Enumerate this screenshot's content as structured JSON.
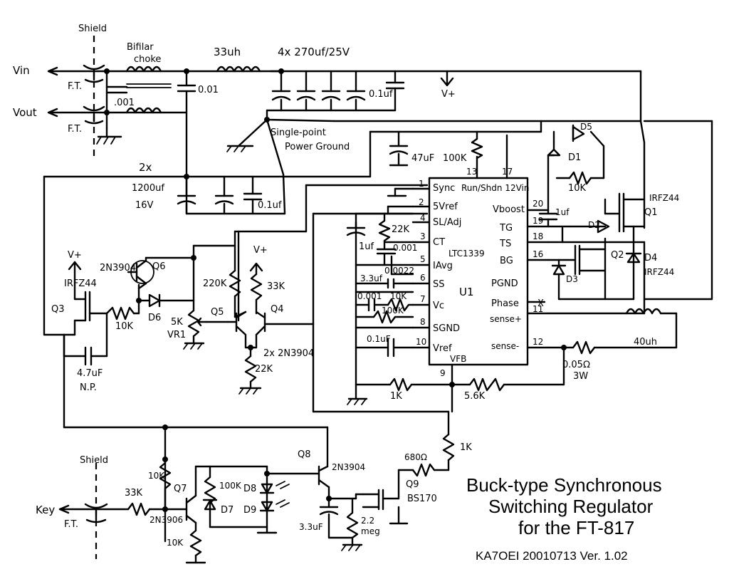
{
  "title": {
    "line1": "Buck-type Synchronous",
    "line2": "Switching Regulator",
    "line3": "for the FT-817"
  },
  "footer": "KA7OEI  20010713  Ver. 1.02",
  "labels": {
    "shield_top": "Shield",
    "shield_bottom": "Shield",
    "vin": "Vin",
    "vout": "Vout",
    "key": "Key",
    "ft1": "F.T.",
    "ft2": "F.T.",
    "ft3": "F.T.",
    "bifilar1": "Bifilar",
    "bifilar2": "choke",
    "c001": ".001",
    "c_001b": "0.01",
    "l33": "33uh",
    "caps_top": "4x 270uf/25V",
    "c01uf_top": "0.1uf",
    "vplus_top": "V+",
    "single_point1": "Single-point",
    "single_point2": "Power Ground",
    "two_x": "2x",
    "c1200": "1200uf",
    "v16": "16V",
    "c01uf_mid": "0.1uf",
    "vplus_q3": "V+",
    "irfz44_q3": "IRFZ44",
    "q3": "Q3",
    "q6_type": "2N3904",
    "q6": "Q6",
    "r10k_q3": "10K",
    "d6": "D6",
    "r5k": "5K",
    "vr1": "VR1",
    "r220k": "220K",
    "q5": "Q5",
    "vplus_q4": "V+",
    "r33k_q4": "33K",
    "q4": "Q4",
    "pair_type": "2x 2N3904",
    "r22k_tail": "22K",
    "c47uf_np1": "4.7uF",
    "c47uf_np2": "N.P.",
    "c47uf": "47uF",
    "r100k": "100K",
    "pin13": "13",
    "pin17": "17",
    "pin1": "1",
    "pin2": "2",
    "pin4": "4",
    "pin3": "3",
    "pin5": "5",
    "pin6": "6",
    "pin7": "7",
    "pin8": "8",
    "pin10": "10",
    "pin9": "9",
    "pin20": "20",
    "pin19": "19",
    "pin18": "18",
    "pin16": "16",
    "pin11": "11",
    "pin12": "12",
    "ic_sync": "Sync",
    "ic_run": "Run/Shdn 12Vin",
    "ic_5vref": "5Vref",
    "ic_sladj": "SL/Adj",
    "ic_ct": "CT",
    "ic_iavg": "IAvg",
    "ic_ss": "SS",
    "ic_vc": "Vc",
    "ic_sgnd": "SGND",
    "ic_vref": "Vref",
    "ic_vfb": "VFB",
    "ic_vboost": "Vboost",
    "ic_tg": "TG",
    "ic_ts": "TS",
    "ic_bg": "BG",
    "ic_pgnd": "PGND",
    "ic_phase": "Phase",
    "ic_sensep": "sense+",
    "ic_sensem": "sense-",
    "ic_part": "LTC1339",
    "ic_name": "U1",
    "x_mark": "X",
    "r22k_5vref": "22K",
    "c1uf": "1uf",
    "c0001_ct": "0.001",
    "c00022": "0.0022",
    "c33uf": "3.3uf",
    "c0001_vc": "0.001",
    "r10k_vc": "10K",
    "r100k_vc": "100K",
    "c01uf_vref": "0.1uF",
    "r1k": "1K",
    "r56k": "5.6K",
    "d5": "D5",
    "d1": "D1",
    "r10k_d1": "10K",
    "c1uf_boost": "1uf",
    "irfz44_q1": "IRFZ44",
    "q1": "Q1",
    "d2": "D2",
    "q2": "Q2",
    "d4": "D4",
    "irfz44_q2": "IRFZ44",
    "d3": "D3",
    "l40": "40uh",
    "rsense1": "0.05Ω",
    "rsense2": "3W",
    "q8": "Q8",
    "q8_type": "2N3904",
    "r1k_q9": "1K",
    "r680": "680Ω",
    "q9": "Q9",
    "q9_type": "BS170",
    "r33k_key": "33K",
    "r10k_q7": "10K",
    "q7": "Q7",
    "q7_type": "2N3906",
    "r10k_q7e": "10K",
    "r100k_d7": "100K",
    "d7": "D7",
    "d8": "D8",
    "d9": "D9",
    "c33uf_key": "3.3uF",
    "r22meg1": "2.2",
    "r22meg2": "meg"
  }
}
